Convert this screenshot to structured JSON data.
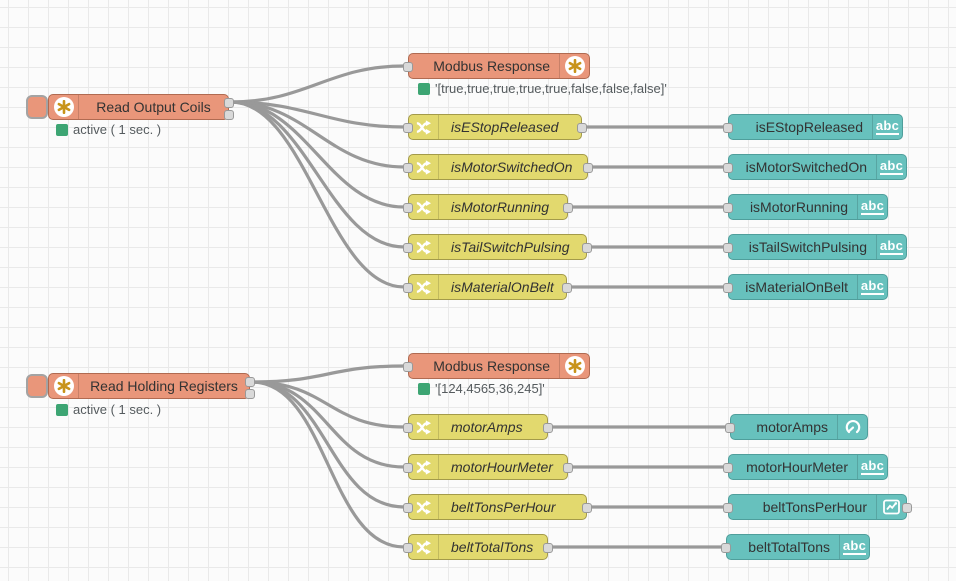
{
  "colors": {
    "modbus_node": "#e9967a",
    "switch_node": "#e2d96e",
    "dashboard_node": "#67c1bd",
    "status_green": "#3da573",
    "wire": "#999999",
    "node_text": "#333333"
  },
  "icons": {
    "modbus": "asterisk-in-white-circle",
    "switch": "crossed-shuffle-arrows",
    "text_widget": "abc-underlined",
    "gauge_widget": "gauge-dial",
    "chart_widget": "line-chart"
  },
  "nodes": {
    "read_output_coils": {
      "label": "Read Output Coils",
      "status": "active ( 1 sec. )"
    },
    "modbus_response_coils": {
      "label": "Modbus Response",
      "status": "'[true,true,true,true,true,false,false,false]'"
    },
    "sw_estop": {
      "label": "isEStopReleased"
    },
    "sw_motor_on": {
      "label": "isMotorSwitchedOn"
    },
    "sw_motor_run": {
      "label": "isMotorRunning"
    },
    "sw_tail": {
      "label": "isTailSwitchPulsing"
    },
    "sw_material": {
      "label": "isMaterialOnBelt"
    },
    "ui_estop": {
      "label": "isEStopReleased",
      "badge": "abc"
    },
    "ui_motor_on": {
      "label": "isMotorSwitchedOn",
      "badge": "abc"
    },
    "ui_motor_run": {
      "label": "isMotorRunning",
      "badge": "abc"
    },
    "ui_tail": {
      "label": "isTailSwitchPulsing",
      "badge": "abc"
    },
    "ui_material": {
      "label": "isMaterialOnBelt",
      "badge": "abc"
    },
    "read_holding_registers": {
      "label": "Read Holding Registers",
      "status": "active ( 1 sec. )"
    },
    "modbus_response_registers": {
      "label": "Modbus Response",
      "status": "'[124,4565,36,245]'"
    },
    "sw_motor_amps": {
      "label": "motorAmps"
    },
    "sw_motor_hours": {
      "label": "motorHourMeter"
    },
    "sw_belt_tph": {
      "label": "beltTonsPerHour"
    },
    "sw_belt_total": {
      "label": "beltTotalTons"
    },
    "ui_motor_amps": {
      "label": "motorAmps"
    },
    "ui_motor_hours": {
      "label": "motorHourMeter",
      "badge": "abc"
    },
    "ui_belt_tph": {
      "label": "beltTonsPerHour"
    },
    "ui_belt_total": {
      "label": "beltTotalTons",
      "badge": "abc"
    }
  }
}
